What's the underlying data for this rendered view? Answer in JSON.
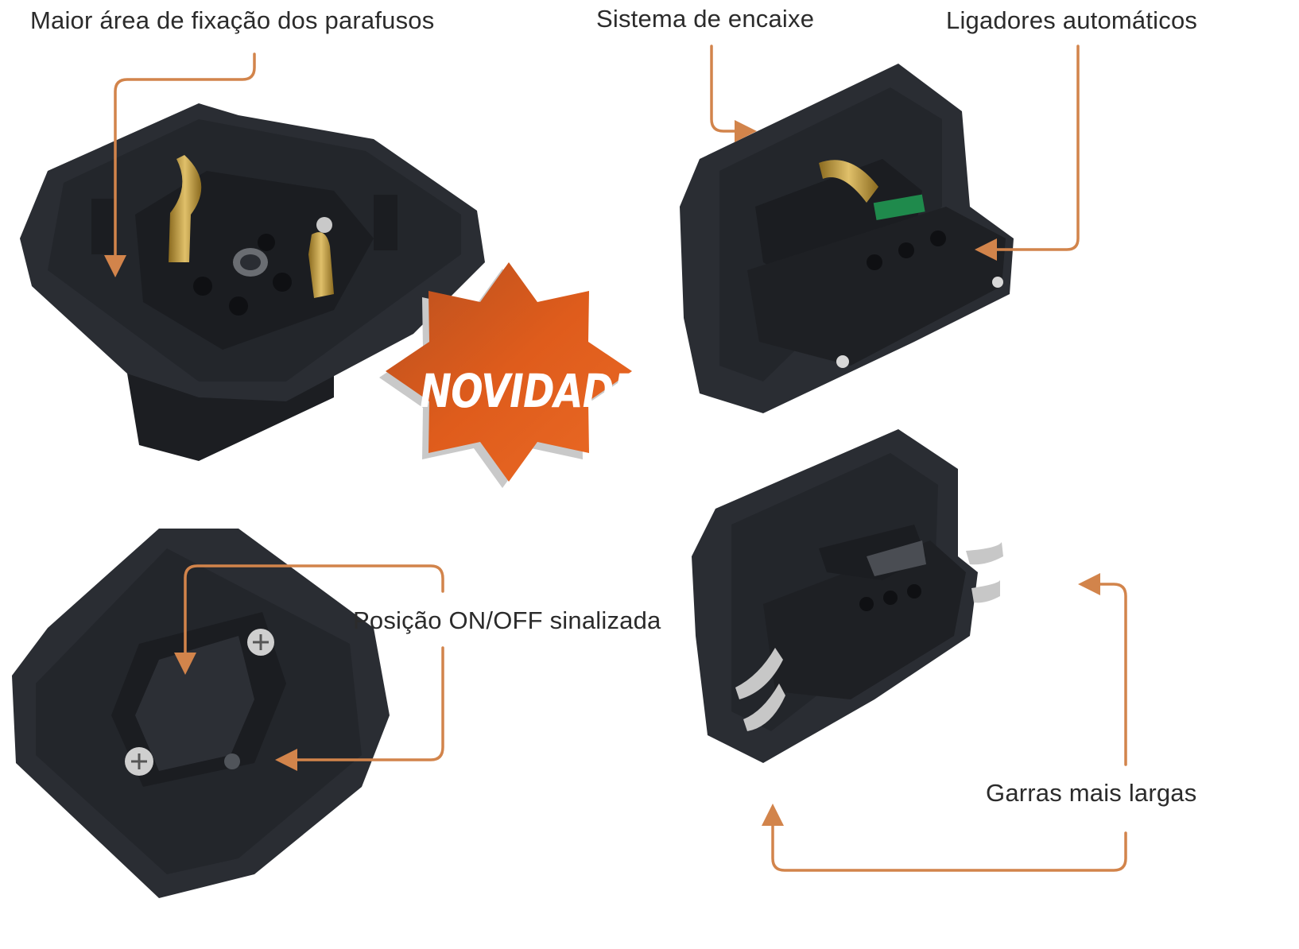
{
  "callouts": {
    "screw_area": "Maior área de fixação dos parafusos",
    "snap_system": "Sistema de encaixe",
    "auto_connectors": "Ligadores automáticos",
    "on_off_position": "Posição ON/OFF sinalizada",
    "wider_claws": "Garras mais largas"
  },
  "badge": {
    "text": "NOVIDADE"
  },
  "colors": {
    "accent": "#d2844b",
    "badge_orange": "#e1601f",
    "product_dark": "#2a2d33",
    "brass": "#b8912f",
    "connector_green": "#1f8a4c"
  }
}
